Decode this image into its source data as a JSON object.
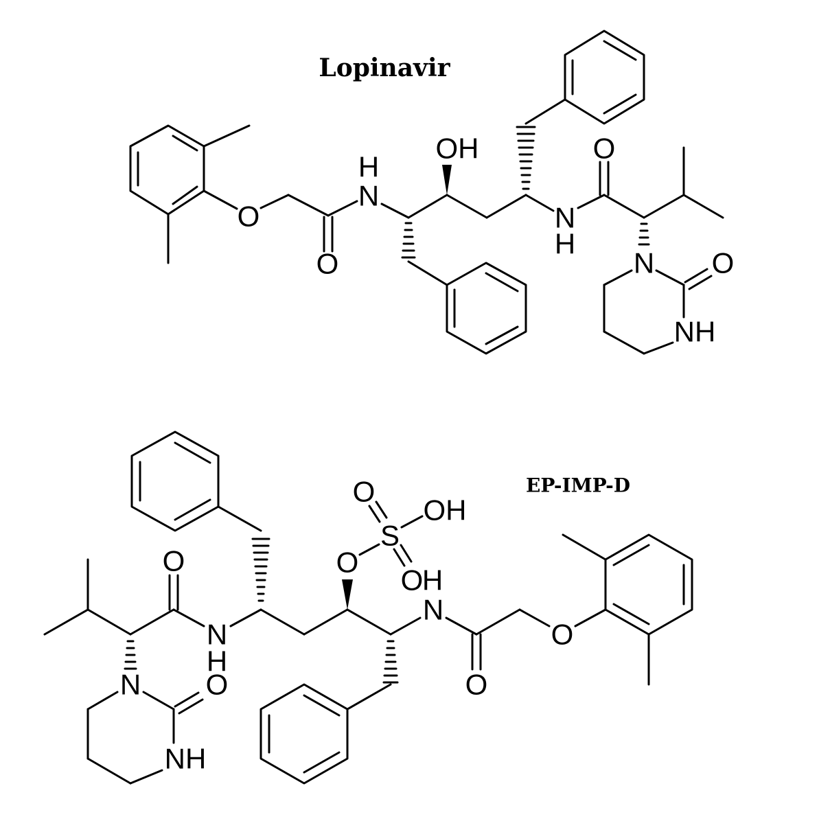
{
  "structures": [
    {
      "name": "Lopinavir"
    },
    {
      "name": "EP-IMP-D"
    }
  ],
  "atom_labels": {
    "O": "O",
    "OH": "OH",
    "H": "H",
    "N": "N",
    "NH": "NH",
    "S": "S"
  }
}
